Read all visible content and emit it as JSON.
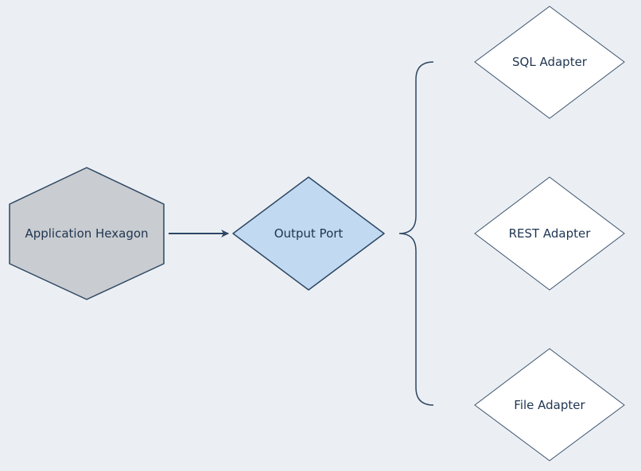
{
  "diagram": {
    "nodes": {
      "hexagon": {
        "label": "Application Hexagon",
        "fill": "#c9ccd0",
        "stroke": "#2d4663"
      },
      "port": {
        "label": "Output Port",
        "fill": "#c1d9f1",
        "stroke": "#2d4663"
      },
      "sql": {
        "label": "SQL Adapter",
        "fill": "#ffffff",
        "stroke": "#3d5470"
      },
      "rest": {
        "label": "REST Adapter",
        "fill": "#ffffff",
        "stroke": "#3d5470"
      },
      "file": {
        "label": "File Adapter",
        "fill": "#ffffff",
        "stroke": "#3d5470"
      }
    },
    "edges": [
      {
        "from": "hexagon",
        "to": "port",
        "style": "arrow"
      },
      {
        "from": "port",
        "to": [
          "sql",
          "rest",
          "file"
        ],
        "style": "curly-brace"
      }
    ],
    "colors": {
      "background": "#ebeff3",
      "line": "#2d4663"
    }
  }
}
